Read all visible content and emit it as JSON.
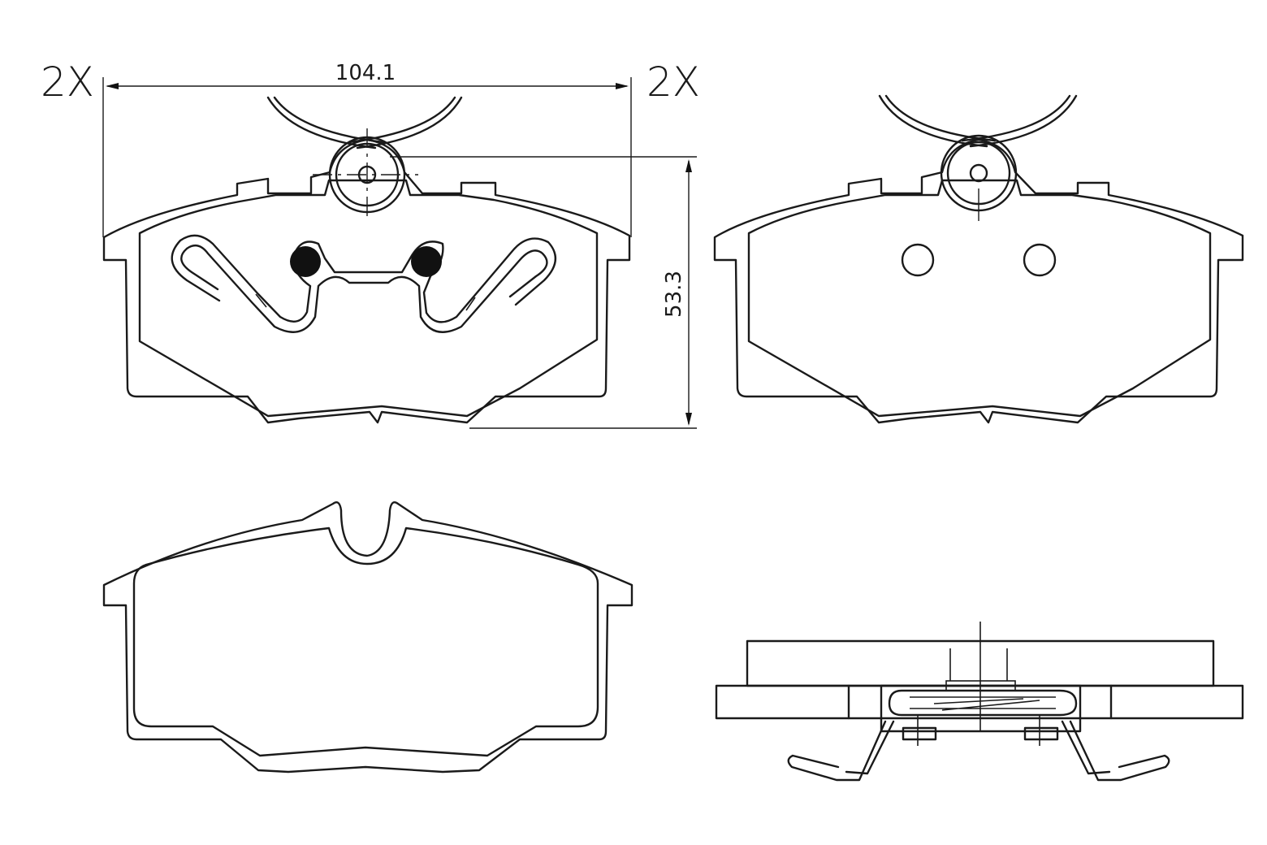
{
  "labels": {
    "qty_left": "2X",
    "qty_right": "2X",
    "width_dim": "104.1",
    "height_dim": "53.3"
  },
  "colors": {
    "line": "#1a1a1a",
    "background": "#ffffff"
  }
}
